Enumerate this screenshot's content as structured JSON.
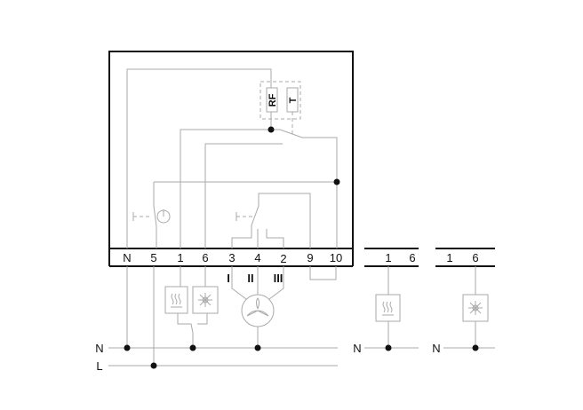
{
  "main_unit": {
    "terminals": [
      "N",
      "5",
      "1",
      "6",
      "3",
      "4",
      "2",
      "9",
      "10"
    ],
    "sensor_labels": {
      "rf": "RF",
      "t": "T"
    },
    "fan_speeds": [
      "I",
      "II",
      "III"
    ]
  },
  "heater_group": {
    "terminals": [
      "1",
      "6"
    ],
    "neutral_label": "N"
  },
  "cooler_group": {
    "terminals": [
      "1",
      "6"
    ],
    "neutral_label": "N"
  },
  "supply": {
    "neutral_label": "N",
    "live_label": "L"
  }
}
